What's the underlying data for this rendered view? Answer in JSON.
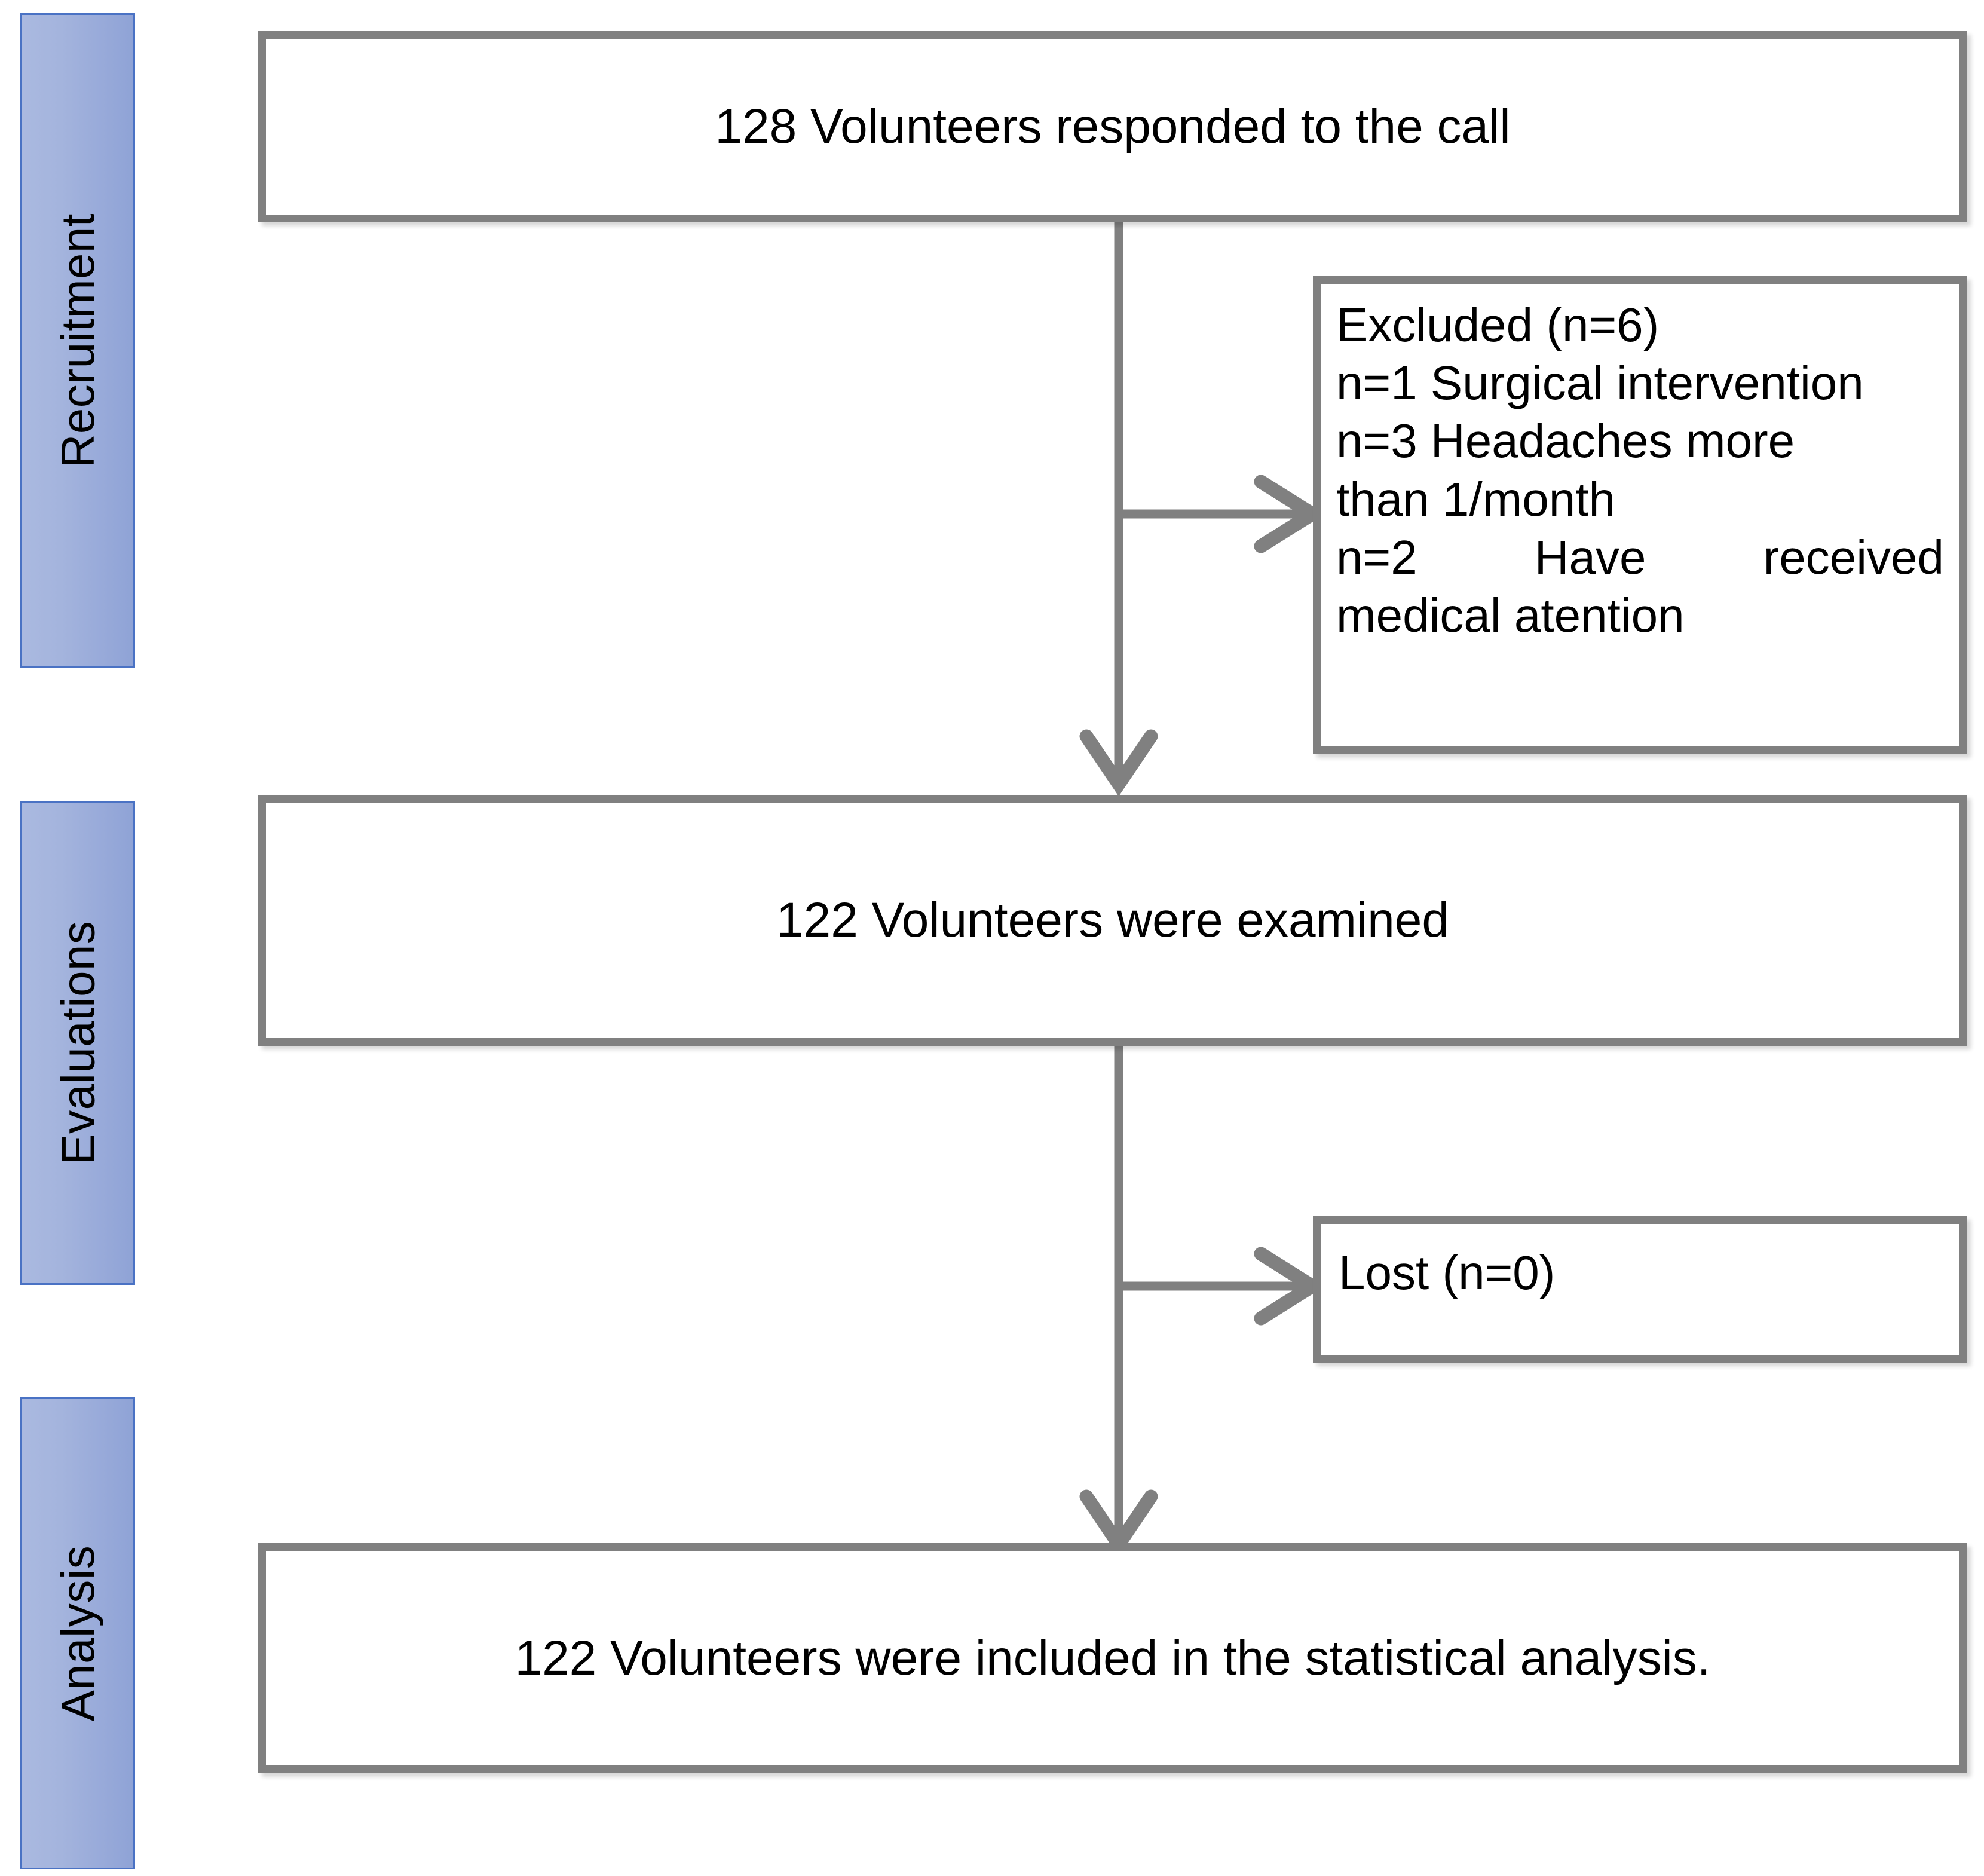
{
  "diagram": {
    "type": "consort-flow-diagram",
    "colors": {
      "stage_bar_fill_light": "#aab9e0",
      "stage_bar_fill_dark": "#8fa3d6",
      "stage_bar_border": "#4a72c4",
      "box_border": "#808080",
      "box_fill": "#ffffff",
      "connector": "#808080",
      "text": "#000000"
    },
    "stages": [
      {
        "id": "recruitment",
        "label": "Recruitment"
      },
      {
        "id": "evaluations",
        "label": "Evaluations"
      },
      {
        "id": "analysis",
        "label": "Analysis"
      }
    ],
    "boxes": {
      "responded": {
        "text": "128 Volunteers responded to the call"
      },
      "excluded": {
        "title": "Excluded (n=6)",
        "line2": "n=1 Surgical intervention",
        "line3": "n=3 Headaches more",
        "line4": "than 1/month",
        "line5": "n=2 Have received",
        "line6": "medical atention"
      },
      "examined": {
        "text": "122 Volunteers were examined"
      },
      "lost": {
        "text": "Lost (n=0)"
      },
      "included": {
        "text": "122 Volunteers were included in the statistical analysis."
      }
    },
    "flow": {
      "counts": {
        "responded": 128,
        "excluded": 6,
        "excluded_surgical": 1,
        "excluded_headaches": 3,
        "excluded_medical_attention": 2,
        "examined": 122,
        "lost": 0,
        "included": 122
      }
    }
  }
}
